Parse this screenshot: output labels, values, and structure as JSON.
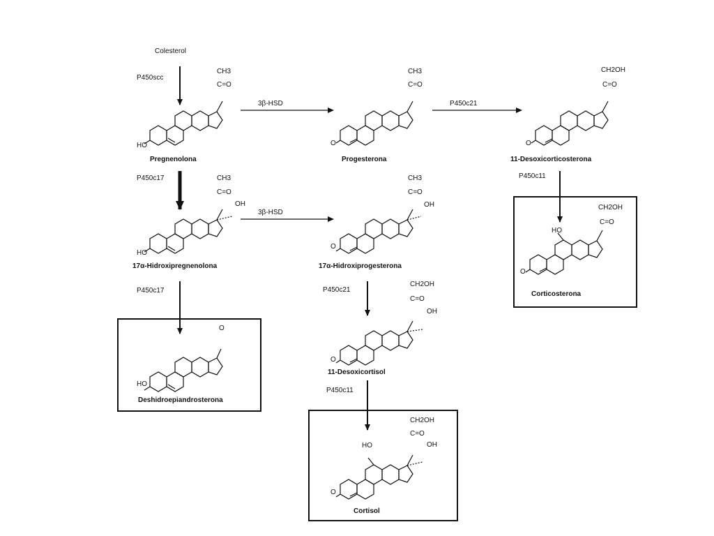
{
  "start": "Colesterol",
  "compounds": {
    "pregnenolona": "Pregnenolona",
    "progesterona": "Progesterona",
    "desoxicorticosterona": "11-Desoxicorticosterona",
    "hidroxipregnenolona": "17α-Hidroxipregnenolona",
    "hidroxiprogesterona": "17α-Hidroxiprogesterona",
    "corticosterona": "Corticosterona",
    "dhea": "Deshidroepiandrosterona",
    "desoxicortisol": "11-Desoxicortisol",
    "cortisol": "Cortisol"
  },
  "enzymes": {
    "scc": "P450scc",
    "hsd_1": "3β-HSD",
    "c21_1": "P450c21",
    "c17_1": "P450c17",
    "c11_1": "P450c11",
    "hsd_2": "3β-HSD",
    "c17_2": "P450c17",
    "c21_2": "P450c21",
    "c11_2": "P450c11"
  },
  "groups": {
    "ch3": "CH3",
    "co": "C=O",
    "ch2oh": "CH2OH",
    "oh": "OH",
    "ho": "HO",
    "o": "O"
  }
}
